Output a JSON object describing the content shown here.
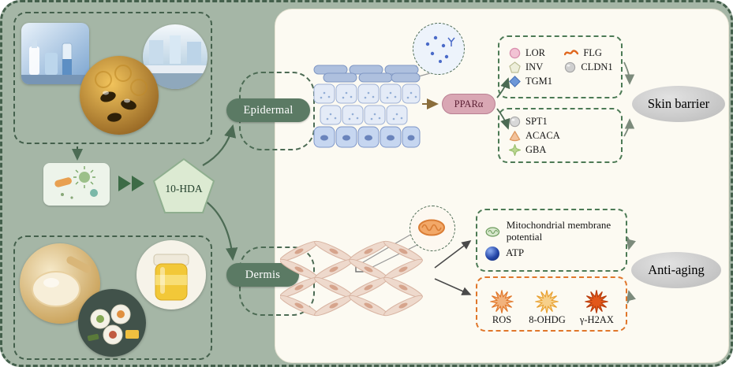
{
  "colors": {
    "background_sage": "#a5b6a6",
    "panel_cream": "#fcfaf2",
    "accent_green": "#4c6b54",
    "pill_green": "#5b7a64",
    "ppar_pink": "#d9a7b4",
    "stress_orange": "#e0762a",
    "outcome_gray": "#c9c9c9"
  },
  "left_panel": {
    "compound_label": "10-HDA",
    "top_sources": [
      {
        "name": "lab-glassware-photo"
      },
      {
        "name": "bees-photo"
      },
      {
        "name": "laboratory-photo"
      }
    ],
    "microbe_box": {
      "name": "microorganism-illustration"
    },
    "bottom_sources": [
      {
        "name": "royal-jelly-photo"
      },
      {
        "name": "honey-jar-photo"
      },
      {
        "name": "sushi-photo"
      }
    ]
  },
  "epidermal": {
    "label": "Epidermal",
    "mediator": "PPARα",
    "barrier_genes": [
      {
        "name": "LOR",
        "icon": "pink-circle-icon"
      },
      {
        "name": "FLG",
        "icon": "orange-squiggle-icon"
      },
      {
        "name": "INV",
        "icon": "pale-pentagon-icon"
      },
      {
        "name": "CLDN1",
        "icon": "gray-sphere-icon"
      },
      {
        "name": "TGM1",
        "icon": "blue-diamond-icon"
      }
    ],
    "lipid_genes": [
      {
        "name": "SPT1",
        "icon": "gray-sphere-icon"
      },
      {
        "name": "ACACA",
        "icon": "orange-triangle-icon"
      },
      {
        "name": "GBA",
        "icon": "green-star-icon"
      }
    ],
    "outcome": "Skin barrier"
  },
  "dermis": {
    "label": "Dermis",
    "mitochondria_items": [
      {
        "name": "Mitochondrial membrane potential",
        "icon": "green-mitochondrion-icon"
      },
      {
        "name": "ATP",
        "icon": "blue-sphere-icon"
      }
    ],
    "stress_markers": [
      {
        "name": "ROS",
        "icon": "orange-starburst-icon"
      },
      {
        "name": "8-OHDG",
        "icon": "light-orange-starburst-icon"
      },
      {
        "name": "γ-H2AX",
        "icon": "dark-orange-starburst-icon"
      }
    ],
    "outcome": "Anti-aging"
  }
}
